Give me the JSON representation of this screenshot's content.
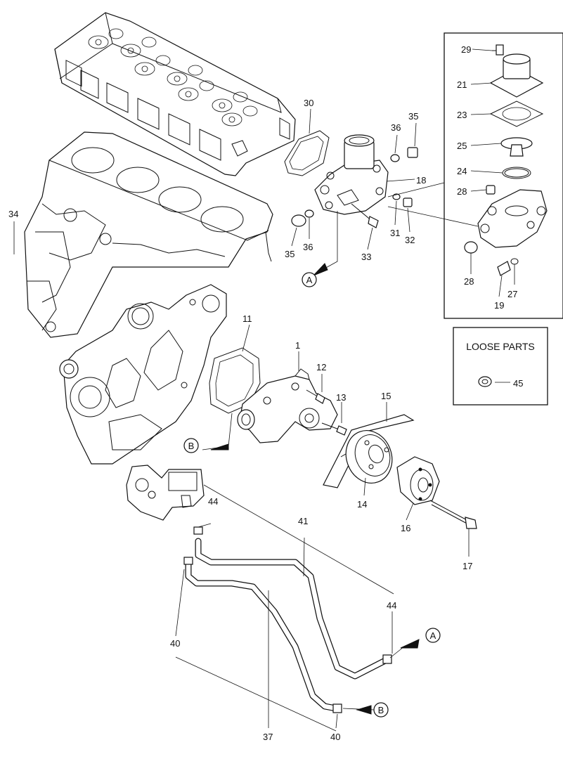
{
  "loose_parts_title": "LOOSE PARTS",
  "labels": {
    "p1": "1",
    "p11": "11",
    "p12": "12",
    "p13": "13",
    "p14": "14",
    "p15": "15",
    "p16": "16",
    "p17": "17",
    "p18": "18",
    "p19": "19",
    "p21": "21",
    "p23": "23",
    "p24": "24",
    "p25": "25",
    "p27": "27",
    "p28a": "28",
    "p28b": "28",
    "p29": "29",
    "p30": "30",
    "p31": "31",
    "p32": "32",
    "p33": "33",
    "p34": "34",
    "p35a": "35",
    "p35b": "35",
    "p36a": "36",
    "p36b": "36",
    "p37": "37",
    "p40a": "40",
    "p40b": "40",
    "p41": "41",
    "p44a": "44",
    "p44b": "44",
    "p45": "45"
  },
  "refs": {
    "a_top": "A",
    "a_bottom": "A",
    "b_left": "B",
    "b_bottom": "B"
  }
}
